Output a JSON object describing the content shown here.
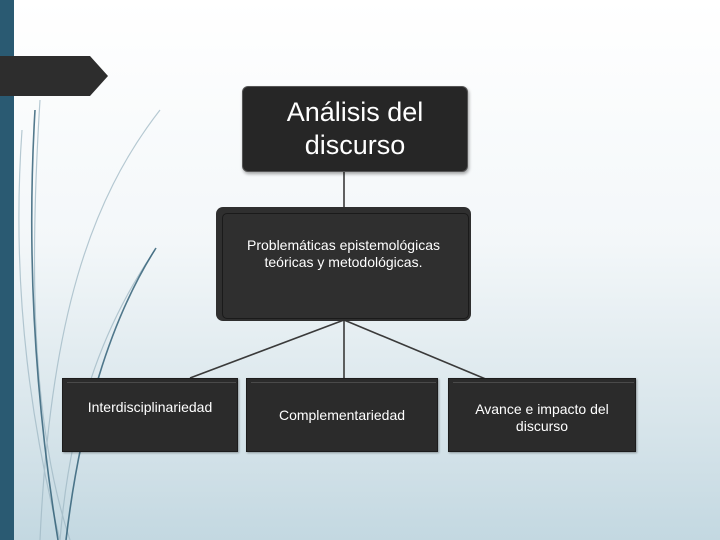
{
  "diagram": {
    "root": {
      "label": "Análisis del\ndiscurso"
    },
    "middle": {
      "label": "Problemáticas epistemológicas\nteóricas y metodológicas."
    },
    "leaves": [
      {
        "label": "Interdisciplinariedad"
      },
      {
        "label": "Complementariedad"
      },
      {
        "label": "Avance e impacto del\ndiscurso"
      }
    ]
  },
  "colors": {
    "box_fill": "#2b2b2b",
    "accent_bar": "#2a5a72",
    "connector": "#3a3a3a"
  }
}
